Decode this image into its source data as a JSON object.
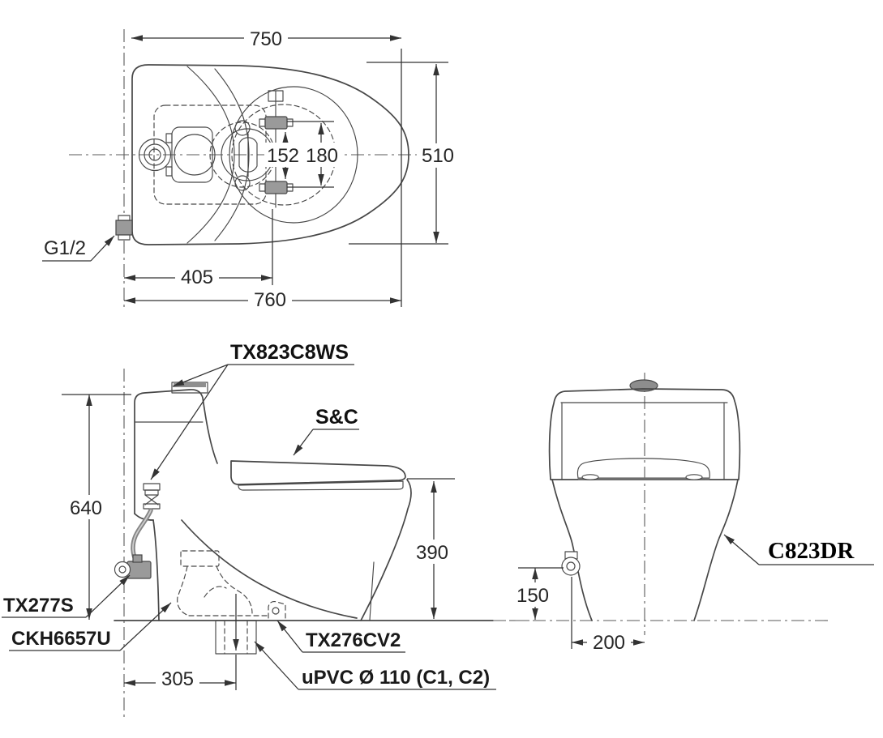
{
  "colors": {
    "background": "#ffffff",
    "line": "#474747",
    "centerline": "#5a5a5a",
    "dimension_text": "#262626",
    "bold_label": "#111111",
    "hardware_fill": "#9a9a9a"
  },
  "top_view": {
    "dim_width_top": "750",
    "dim_depth": "510",
    "dim_bolt_spacing_inner": "152",
    "dim_bolt_spacing_outer": "180",
    "dim_back_to_outlet": "405",
    "dim_total_length": "760",
    "label_supply_thread": "G1/2"
  },
  "side_view": {
    "label_flush_unit": "TX823C8WS",
    "label_seat_cover": "S&C",
    "dim_height": "640",
    "dim_rim_height": "390",
    "label_stop_valve": "TX277S",
    "label_hose": "CKH6657U",
    "label_connector": "TX276CV2",
    "label_outlet_pipe": "uPVC Ø 110 (C1, C2)",
    "dim_outlet_offset": "305"
  },
  "front_view": {
    "label_model": "C823DR",
    "dim_supply_height": "150",
    "dim_supply_offset": "200"
  }
}
